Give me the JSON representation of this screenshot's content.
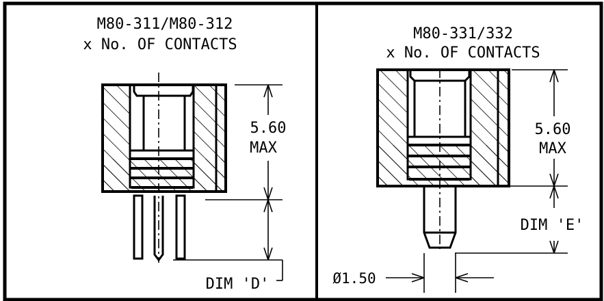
{
  "left_panel": {
    "title_line1": "M80-311/M80-312",
    "title_line2": "x No. OF CONTACTS",
    "height_value": "5.60",
    "height_unit": "MAX",
    "dim_label": "DIM 'D'"
  },
  "right_panel": {
    "title_line1": "M80-331/332",
    "title_line2": "x No. OF CONTACTS",
    "height_value": "5.60",
    "height_unit": "MAX",
    "dim_label": "DIM 'E'",
    "diameter_label": "Ø1.50"
  }
}
